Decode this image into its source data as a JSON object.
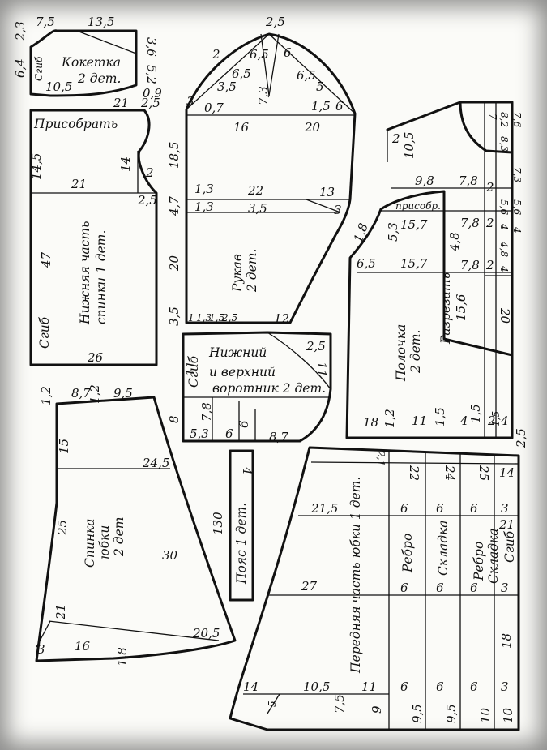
{
  "pieces": {
    "yoke": {
      "title": "Кокетка",
      "count": "2 дет.",
      "fold": "Сгиб",
      "dims": [
        "7,5",
        "13,5",
        "2,3",
        "3,6",
        "6,4",
        "5,2",
        "10,5",
        "0,9"
      ]
    },
    "back_lower": {
      "title": "Нижняя часть",
      "title2": "спинки 1 дет.",
      "gather": "Присобрать",
      "fold": "Сгиб",
      "dims": [
        "21",
        "2,5",
        "14,5",
        "21",
        "14",
        "2",
        "2,5",
        "47",
        "26"
      ]
    },
    "sleeve": {
      "title": "Рукав",
      "count": "2 дет.",
      "dims": [
        "2,5",
        "2",
        "6,5",
        "6",
        "6,5",
        "3,5",
        "6,5",
        "5",
        "3",
        "0,7",
        "7,3",
        "1,5",
        "6",
        "16",
        "20",
        "18,5",
        "1,3",
        "22",
        "13",
        "4,7",
        "1,3",
        "3,5",
        "3",
        "20",
        "3,5",
        "1",
        "1,3",
        "1,5",
        "2,5",
        "12"
      ]
    },
    "collar": {
      "title": "Нижний",
      "title2": "и верхний",
      "title3": "воротник 2 дет.",
      "fold": "Сгиб",
      "dims": [
        "2,5",
        "11",
        "11",
        "7,8",
        "8",
        "5,3",
        "6",
        "6",
        "8,7"
      ]
    },
    "front": {
      "title": "Полочка",
      "count": "2 дет.",
      "gather": "присобр.",
      "cut": "Разрезать",
      "dims": [
        "2",
        "10,5",
        "9,8",
        "7,8",
        "2",
        "1,8",
        "5,3",
        "15,7",
        "7,8",
        "2",
        "6,5",
        "15,7",
        "4,8",
        "7,8",
        "2",
        "15,6",
        "18",
        "1,2",
        "11",
        "1,5",
        "4",
        "1,5",
        "2",
        "4",
        "7",
        "8,2",
        "8,3",
        "7,6",
        "7,3",
        "5,6",
        "5,6",
        "4",
        "4,8",
        "4",
        "4",
        "20",
        "1,5"
      ]
    },
    "back_skirt": {
      "title": "Спинка",
      "title2": "юбки",
      "title3": "2 дет",
      "dims": [
        "1,2",
        "8,7",
        "1,2",
        "9,5",
        "15",
        "24,5",
        "25",
        "30",
        "21",
        "20,5",
        "3",
        "16",
        "1,8"
      ]
    },
    "belt": {
      "title": "Пояс 1 дет.",
      "dims": [
        "4",
        "130"
      ]
    },
    "front_skirt": {
      "title": "Передняя",
      "title2": "часть юбки 1 дет.",
      "edge": "Ребро",
      "pleat": "Складка",
      "fold": "Сгиб",
      "dims": [
        "2,1",
        "22",
        "24",
        "25",
        "2,5",
        "21,5",
        "6",
        "6",
        "6",
        "3",
        "14",
        "21",
        "27",
        "6",
        "6",
        "6",
        "3",
        "14",
        "10,5",
        "11",
        "5",
        "7,5",
        "9",
        "6",
        "6",
        "6",
        "3",
        "9,5",
        "9,5",
        "10",
        "10",
        "18"
      ]
    }
  }
}
